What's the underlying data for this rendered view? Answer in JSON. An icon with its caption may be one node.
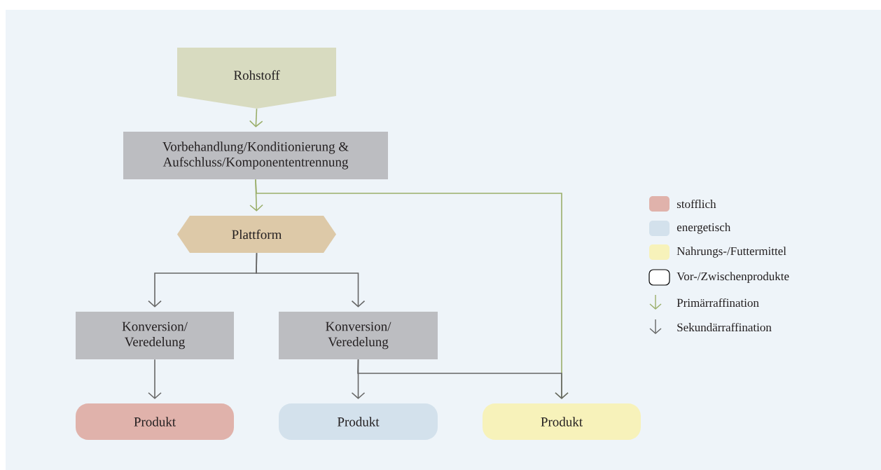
{
  "diagram": {
    "nodes": [
      {
        "text": [
          "Rohstoff"
        ]
      },
      {
        "text": [
          "Vorbehandlung/Konditionierung & Aufschluss/Komponententrennung"
        ]
      },
      {
        "text": [
          "Plattform"
        ]
      },
      {
        "text": [
          "Konversion/ Veredelung"
        ]
      },
      {
        "text": [
          "Konversion/ Veredelung"
        ]
      },
      {
        "text": [
          "Produkt"
        ]
      },
      {
        "text": [
          "Produkt"
        ]
      },
      {
        "text": [
          "Produkt"
        ]
      }
    ],
    "edges": [
      {
        "from": 0,
        "to": 1,
        "arrow": "to",
        "color": "#9aae6a"
      },
      {
        "from": 1,
        "to": 2,
        "arrow": "to",
        "color": "#9aae6a"
      },
      {
        "from": 1,
        "to": 7,
        "arrow": "to",
        "color": "#9aae6a"
      },
      {
        "from": 2,
        "to": 3,
        "arrow": "to"
      },
      {
        "from": 2,
        "to": 4,
        "arrow": "to"
      },
      {
        "from": 3,
        "to": 5,
        "arrow": "to"
      },
      {
        "from": 4,
        "to": 6,
        "arrow": "to"
      },
      {
        "from": 4,
        "to": 7,
        "arrow": "to"
      }
    ],
    "legend": [
      {
        "text": "stofflich",
        "color": "#e0b2ab"
      },
      {
        "text": "energetisch",
        "color": "#d3e1ec"
      },
      {
        "text": "Nahrungs-/Futtermittel",
        "color": "#f7f2ba"
      },
      {
        "text": "Vor-/Zwischenprodukte"
      },
      {
        "text": "Primärraffination"
      },
      {
        "text": "Sekundärraffination"
      }
    ]
  }
}
